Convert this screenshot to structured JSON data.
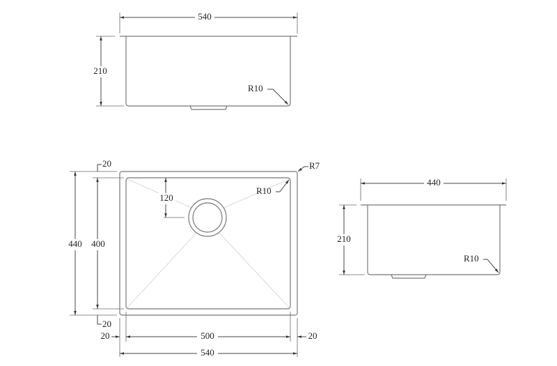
{
  "front_view": {
    "width_label": "540",
    "height_label": "210",
    "radius_label": "R10"
  },
  "plan_view": {
    "outer_height_label": "440",
    "inner_height_label": "400",
    "top_margin_label": "20",
    "bottom_margin_label": "20",
    "drain_offset_label": "120",
    "left_margin_label": "20",
    "inner_width_label": "500",
    "right_margin_label": "20",
    "outer_width_label": "540",
    "outer_radius_label": "R7",
    "inner_radius_label": "R10"
  },
  "side_view": {
    "width_label": "440",
    "height_label": "210",
    "radius_label": "R10"
  },
  "colors": {
    "line": "#444444",
    "background": "#ffffff"
  }
}
